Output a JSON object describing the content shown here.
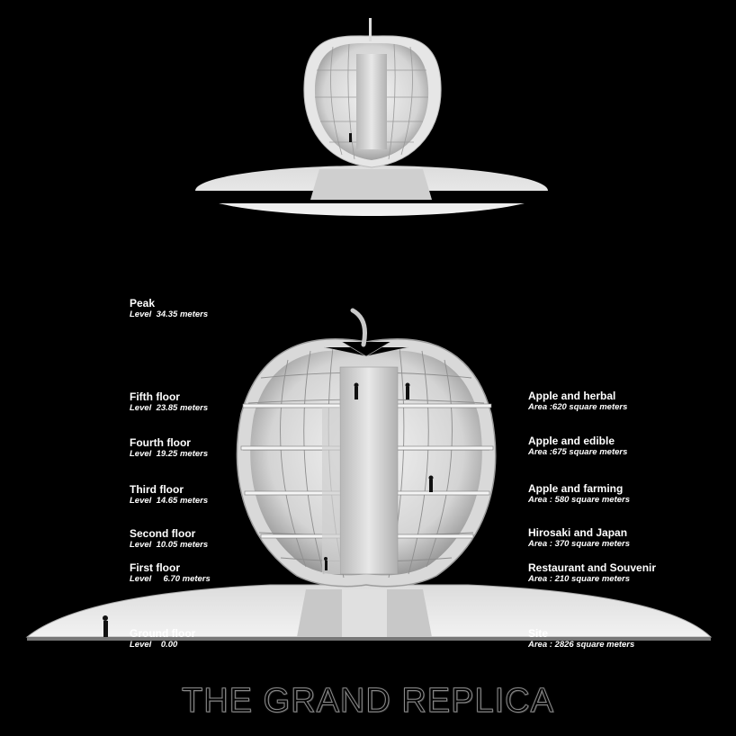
{
  "title": "THE GRAND REPLICA",
  "levels": [
    {
      "name": "Peak",
      "level": "Level  34.35 meters"
    },
    {
      "name": "Fifth floor",
      "level": "Level  23.85 meters"
    },
    {
      "name": "Fourth floor",
      "level": "Level  19.25 meters"
    },
    {
      "name": "Third floor",
      "level": "Level  14.65 meters"
    },
    {
      "name": "Second floor",
      "level": "Level  10.05 meters"
    },
    {
      "name": "First floor",
      "level": "Level     6.70 meters"
    },
    {
      "name": "Ground floor",
      "level": "Level    0.00"
    }
  ],
  "programs": [
    {
      "name": "Apple and herbal",
      "area": "Area :620 square meters"
    },
    {
      "name": "Apple and edible",
      "area": "Area :675 square meters"
    },
    {
      "name": "Apple and farming",
      "area": "Area : 580 square meters"
    },
    {
      "name": "Hirosaki and Japan",
      "area": "Area : 370 square meters"
    },
    {
      "name": "Restaurant and Souvenir",
      "area": "Area : 210 square meters"
    },
    {
      "name": "Site",
      "area": "Area : 2826 square meters"
    }
  ]
}
